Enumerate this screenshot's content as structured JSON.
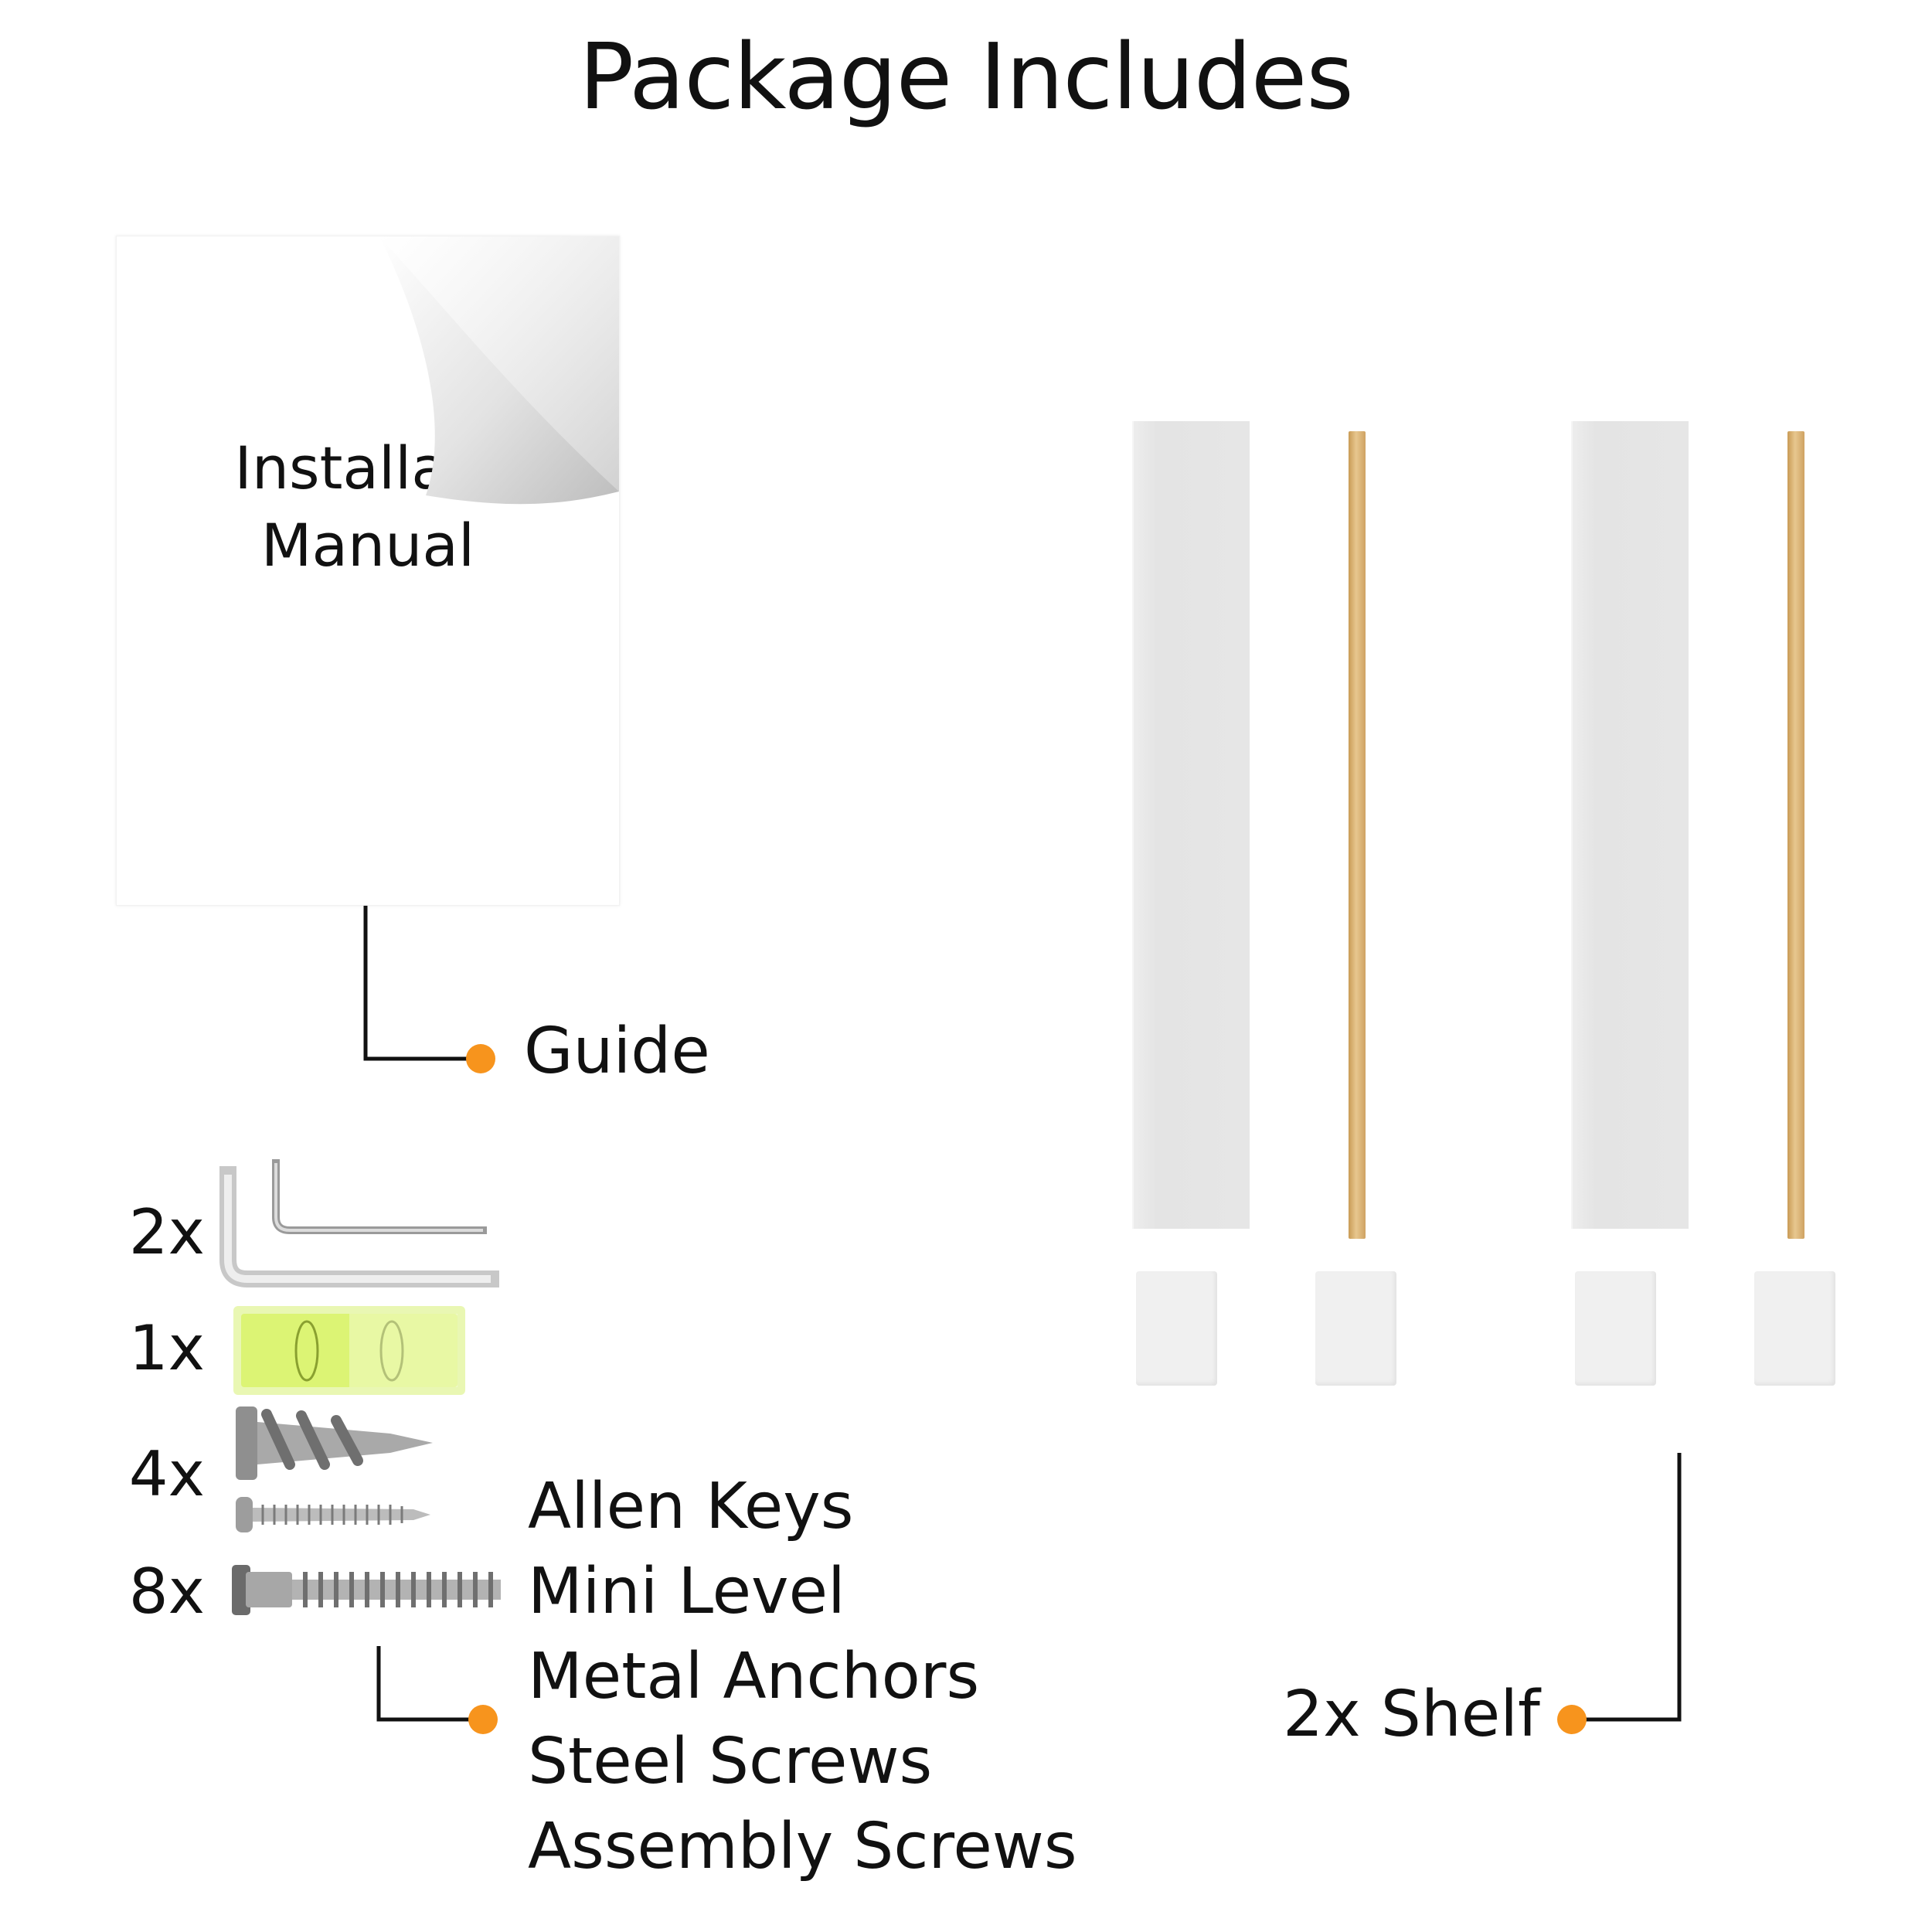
{
  "title": "Package Includes",
  "manual": {
    "line1": "Installat",
    "line2": "Manual"
  },
  "guide_label": "Guide",
  "shelf_label": "2x Shelf",
  "hardware": {
    "quantities": [
      "2x",
      "1x",
      "4x",
      "8x"
    ],
    "items": [
      "Allen Keys",
      "Mini Level",
      "Metal Anchors",
      "Steel Screws",
      "Assembly Screws"
    ]
  },
  "colors": {
    "accent_dot": "#f7941d",
    "line": "#111111",
    "wood": "#dcb77a",
    "panel": "#e6e6e6"
  }
}
